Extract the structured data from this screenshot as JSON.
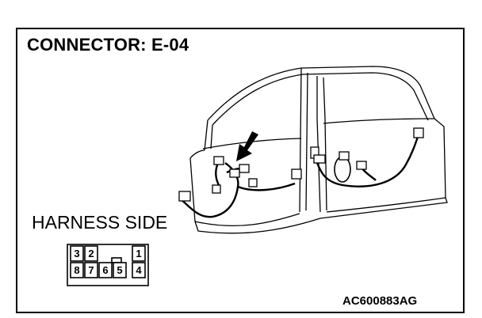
{
  "title": "CONNECTOR: E-04",
  "harness_label": "HARNESS SIDE",
  "figure_code": "AC600883AG",
  "connector": {
    "top_row": [
      "3",
      "2",
      "",
      "1"
    ],
    "bottom_row": [
      "8",
      "7",
      "6",
      "5",
      "4"
    ]
  }
}
